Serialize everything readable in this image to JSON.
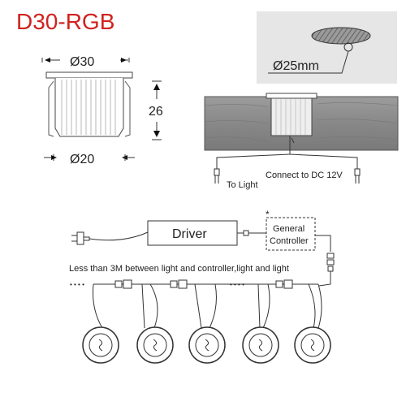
{
  "title": "D30-RGB",
  "dimensions": {
    "top_diameter": "Ø30",
    "height": "26",
    "bottom_diameter": "Ø20",
    "cutout_diameter": "Ø25mm"
  },
  "install": {
    "to_light": "To Light",
    "connect_to_dc": "Connect to DC 12V"
  },
  "wiring": {
    "driver": "Driver",
    "asterisk": "*",
    "controller_line1": "General",
    "controller_line2": "Controller",
    "note": "Less than 3M between light and controller,light and light",
    "ellipsis": "• • • •"
  },
  "colors": {
    "title": "#d0221f",
    "lines": "#222222",
    "wood": "#8f8f8f",
    "cutout_bg": "#e6e6e6"
  }
}
